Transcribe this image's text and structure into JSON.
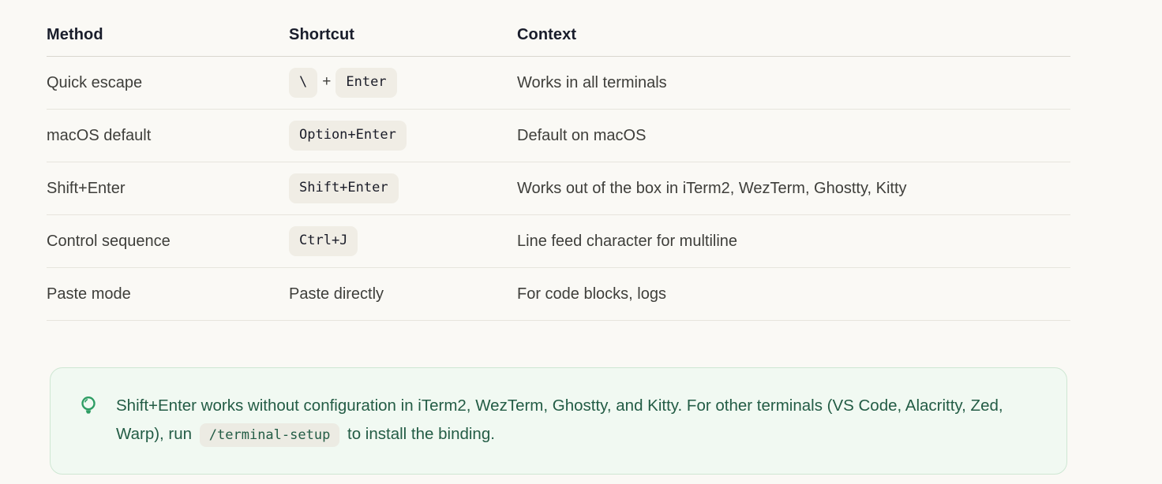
{
  "table": {
    "headers": [
      "Method",
      "Shortcut",
      "Context"
    ],
    "rows": [
      {
        "method": "Quick escape",
        "key1": "\\",
        "plus": "+",
        "key2": "Enter",
        "context": "Works in all terminals"
      },
      {
        "method": "macOS default",
        "shortcut": "Option+Enter",
        "context": "Default on macOS"
      },
      {
        "method": "Shift+Enter",
        "shortcut": "Shift+Enter",
        "context": "Works out of the box in iTerm2, WezTerm, Ghostty, Kitty"
      },
      {
        "method": "Control sequence",
        "shortcut": "Ctrl+J",
        "context": "Line feed character for multiline"
      },
      {
        "method": "Paste mode",
        "shortcut": "Paste directly",
        "context": "For code blocks, logs"
      }
    ]
  },
  "tip": {
    "icon": "lightbulb-icon",
    "text_before": "Shift+Enter works without configuration in iTerm2, WezTerm, Ghostty, and Kitty. For other terminals (VS Code, Alacritty, Zed, Warp), run",
    "code": "/terminal-setup",
    "text_after": "to install the binding."
  },
  "colors": {
    "page_background": "#FAF9F5",
    "heading_text": "#191D2B",
    "body_text": "#3E3E3A",
    "badge_background": "#F0EDE5",
    "badge_text": "#1A1C28",
    "divider": "#E7E5DD",
    "tip_background": "#F1F9F2",
    "tip_border": "#CEE7D3",
    "tip_text": "#235C45",
    "icon_green": "#2E9D64"
  }
}
